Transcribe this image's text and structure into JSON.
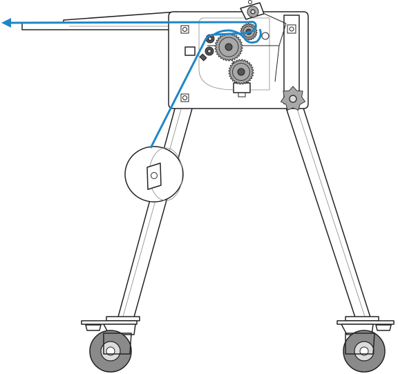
{
  "diagram": {
    "colors": {
      "web_path": "#1f86c6",
      "frame_stroke": "#222222",
      "roller_fill": "#a8a8a8",
      "caster_tire": "#8a8a8a",
      "background": "#ffffff"
    },
    "parts": [
      "output-table",
      "machine-frame",
      "clamp-handle",
      "top-roller",
      "main-drive-roller",
      "lower-drive-gear",
      "pinch-idler-rollers",
      "tension-arm",
      "feed-spool",
      "left-leg",
      "right-leg",
      "adjustment-knob",
      "left-caster",
      "right-caster"
    ],
    "web_direction": "left"
  }
}
